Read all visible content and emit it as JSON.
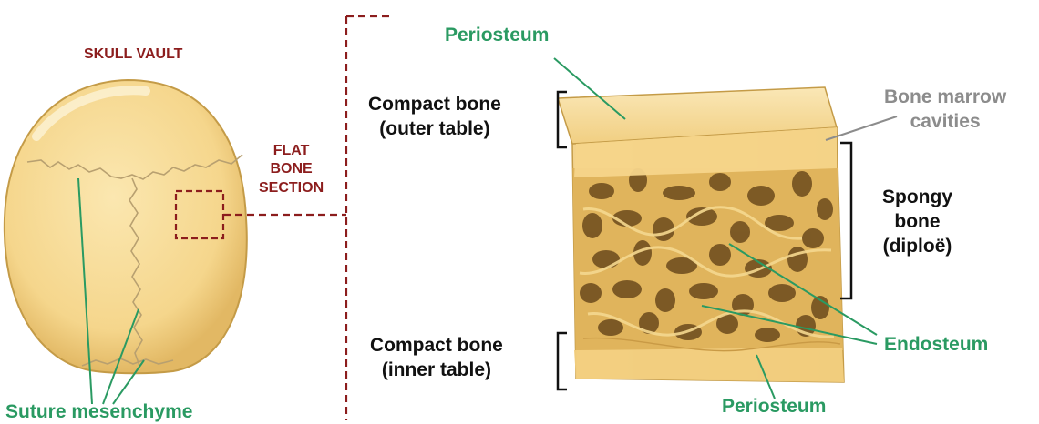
{
  "labels": {
    "skull_vault": "SKULL VAULT",
    "flat_bone_section_1": "FLAT",
    "flat_bone_section_2": "BONE",
    "flat_bone_section_3": "SECTION",
    "suture_mesenchyme": "Suture mesenchyme",
    "periosteum_top": "Periosteum",
    "periosteum_bottom": "Periosteum",
    "compact_outer_1": "Compact bone",
    "compact_outer_2": "(outer table)",
    "compact_inner_1": "Compact bone",
    "compact_inner_2": "(inner table)",
    "bone_marrow_1": "Bone marrow",
    "bone_marrow_2": "cavities",
    "spongy_1": "Spongy",
    "spongy_2": "bone",
    "spongy_3": "(diploë)",
    "endosteum": "Endosteum"
  },
  "colors": {
    "bone_fill": "#f7d98f",
    "bone_edge": "#c9a24a",
    "spongy_base": "#e0b45c",
    "cavity": "#6b4a1c",
    "label_green": "#2a9a62",
    "label_red": "#8c1d1d",
    "label_grey": "#8c8c8c"
  }
}
